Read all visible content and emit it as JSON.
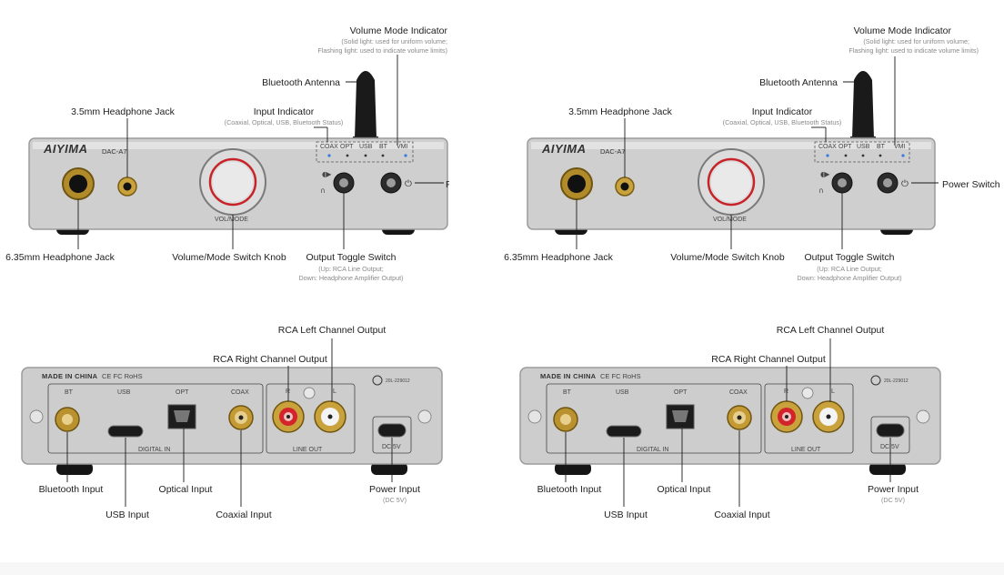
{
  "brand": "AIYIMA",
  "model": "DAC-A7",
  "front": {
    "volume_mode_indicator": "Volume Mode Indicator",
    "volume_mode_sub1": "(Solid light: used for uniform volume;",
    "volume_mode_sub2": "Flashing light: used to indicate volume limits)",
    "bluetooth_antenna": "Bluetooth Antenna",
    "input_indicator": "Input Indicator",
    "input_indicator_sub": "(Coaxial, Optical, USB, Bluetooth Status)",
    "headphone_35": "3.5mm Headphone Jack",
    "headphone_635": "6.35mm Headphone Jack",
    "knob": "Volume/Mode Switch Knob",
    "toggle": "Output Toggle Switch",
    "toggle_sub1": "(Up: RCA Line Output;",
    "toggle_sub2": "Down: Headphone Amplifier Output)",
    "power_switch": "Power Switch",
    "knob_label": "VOL/MODE",
    "indicators": [
      "COAX",
      "OPT",
      "USB",
      "BT",
      "VMI"
    ]
  },
  "rear": {
    "rca_left": "RCA Left Channel Output",
    "rca_right": "RCA Right Channel Output",
    "bluetooth_input": "Bluetooth Input",
    "usb_input": "USB Input",
    "optical_input": "Optical Input",
    "coaxial_input": "Coaxial Input",
    "power_input": "Power Input",
    "power_input_sub": "(DC 5V)",
    "made_in": "MADE IN CHINA",
    "cert": "CE FC RoHS",
    "serial": "20L-229012",
    "port_labels": [
      "BT",
      "USB",
      "OPT",
      "COAX"
    ],
    "digital_in": "DIGITAL IN",
    "line_out": "LINE OUT",
    "rca_r": "R",
    "rca_l": "L",
    "dc": "DC 5V"
  },
  "colors": {
    "chassis": "#c9c9c9",
    "chassis_dark": "#9a9a9a",
    "gold": "#d4a93a",
    "rca_red": "#d3242b",
    "led_blue": "#3a7be0",
    "knob_ring": "#c7242a"
  }
}
